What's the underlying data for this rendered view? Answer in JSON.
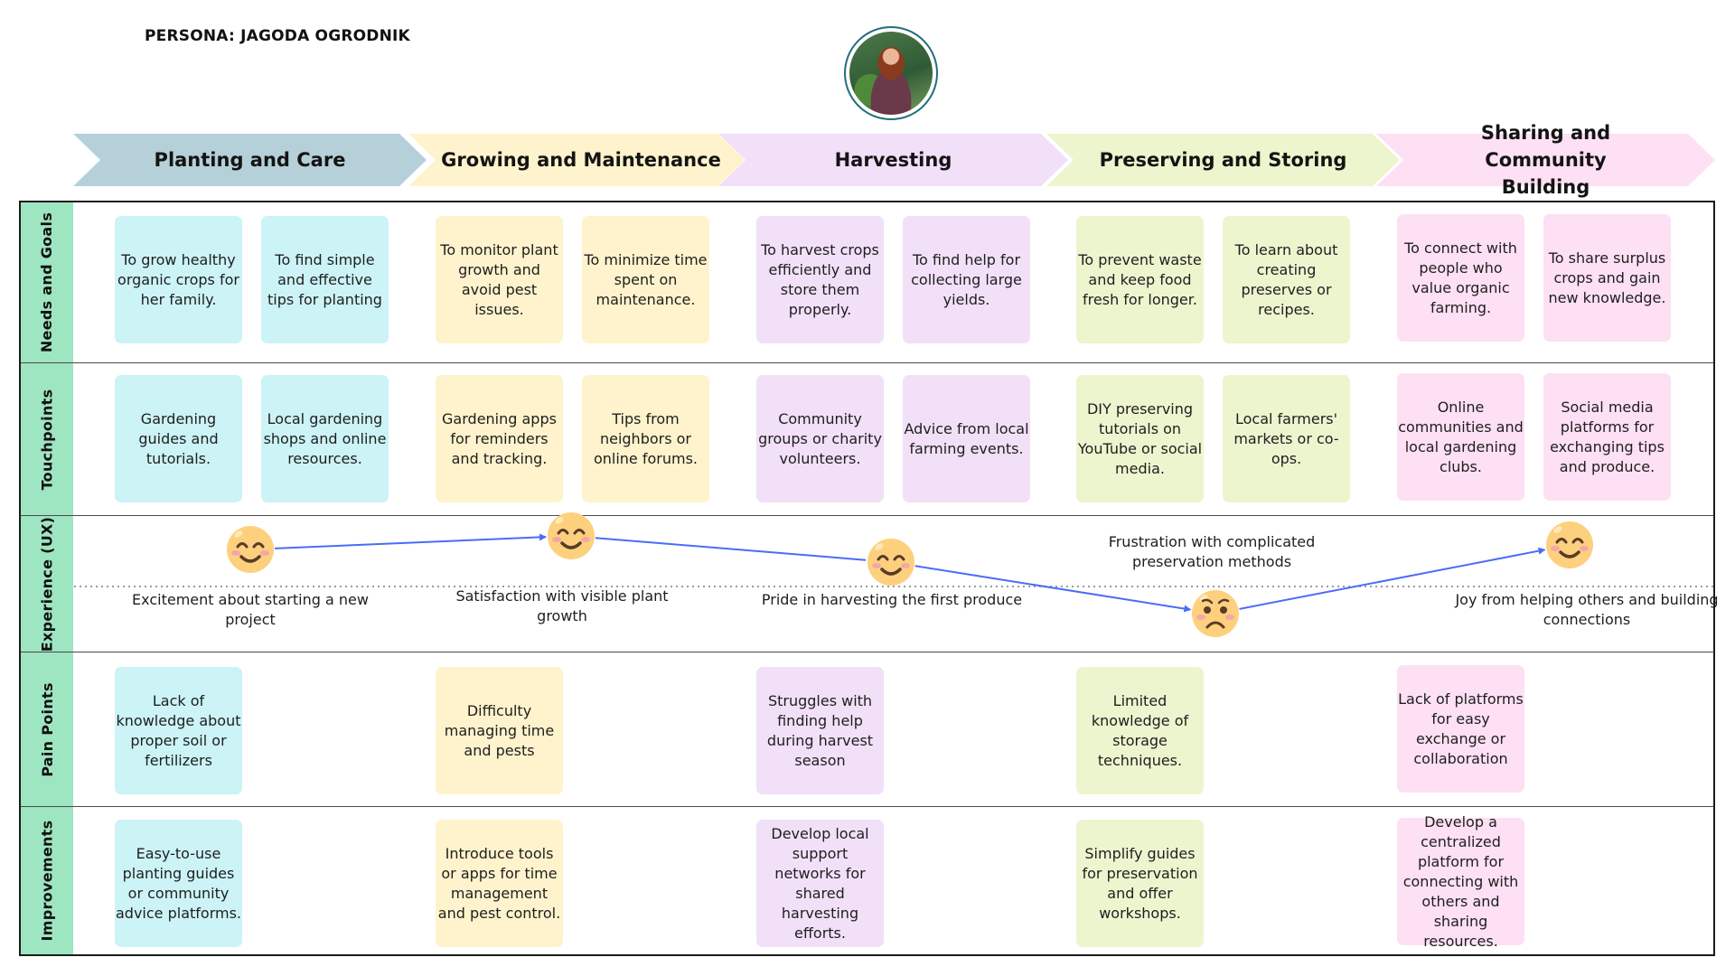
{
  "persona": {
    "title": "PERSONA: JAGODA OGRODNIK",
    "avatar_icon": "persona-photo"
  },
  "stages": [
    {
      "label": "Planting and Care",
      "color": "#b5d0d8"
    },
    {
      "label": "Growing and Maintenance",
      "color": "#fef3cc"
    },
    {
      "label": "Harvesting",
      "color": "#f1e0f8"
    },
    {
      "label": "Preserving and Storing",
      "color": "#edf5cf"
    },
    {
      "label": "Sharing and Community Building",
      "color": "#fde0f3"
    }
  ],
  "rows": {
    "needs": {
      "label": "Needs and Goals",
      "cards": [
        [
          "To grow healthy organic crops for her family.",
          "To find simple and effective tips for planting"
        ],
        [
          "To monitor plant growth and avoid pest issues.",
          "To minimize time spent on maintenance."
        ],
        [
          "To harvest crops efficiently and store them properly.",
          "To find help for collecting large yields."
        ],
        [
          "To prevent waste and keep food fresh for longer.",
          "To learn about creating preserves or recipes."
        ],
        [
          "To connect with people who value organic farming.",
          "To share surplus crops and gain new knowledge."
        ]
      ]
    },
    "touchpoints": {
      "label": "Touchpoints",
      "cards": [
        [
          "Gardening guides and tutorials.",
          "Local gardening shops and online resources."
        ],
        [
          "Gardening apps for reminders and tracking.",
          "Tips from neighbors or online forums."
        ],
        [
          "Community groups or charity volunteers.",
          "Advice from local farming events."
        ],
        [
          "DIY preserving tutorials on YouTube or social media.",
          "Local farmers' markets or co-ops."
        ],
        [
          "Online communities and local gardening clubs.",
          "Social media platforms for exchanging tips and produce."
        ]
      ]
    },
    "experience": {
      "label": "Experience (UX)",
      "points": [
        {
          "emotion": "happy",
          "icon": "smiling-face-icon",
          "text": "Excitement about starting a new project"
        },
        {
          "emotion": "happy",
          "icon": "smiling-face-icon",
          "text": "Satisfaction with visible plant growth"
        },
        {
          "emotion": "happy",
          "icon": "smiling-face-icon",
          "text": "Pride in harvesting the first produce"
        },
        {
          "emotion": "sad",
          "icon": "worried-face-icon",
          "text": "Frustration with complicated preservation methods"
        },
        {
          "emotion": "happy",
          "icon": "smiling-face-icon",
          "text": "Joy from helping others and building connections"
        }
      ],
      "line_color": "#4a6cf7"
    },
    "pain_points": {
      "label": "Pain Points",
      "cards": [
        "Lack of knowledge about proper soil or fertilizers",
        "Difficulty managing time and pests",
        "Struggles with finding help during harvest season",
        "Limited knowledge of storage techniques.",
        "Lack of platforms for easy exchange or collaboration"
      ]
    },
    "improvements": {
      "label": "Improvements",
      "cards": [
        "Easy-to-use planting guides or community advice platforms.",
        "Introduce tools or apps for time management and pest control.",
        "Develop local support networks for shared harvesting efforts.",
        "Simplify guides for preservation and offer workshops.",
        "Develop a centralized platform for connecting with others and sharing resources."
      ]
    }
  },
  "colors": {
    "row_label_bg": "#9ee5c1",
    "emoji_fill": "#fdd07e",
    "avatar_border": "#1f6f7a"
  }
}
